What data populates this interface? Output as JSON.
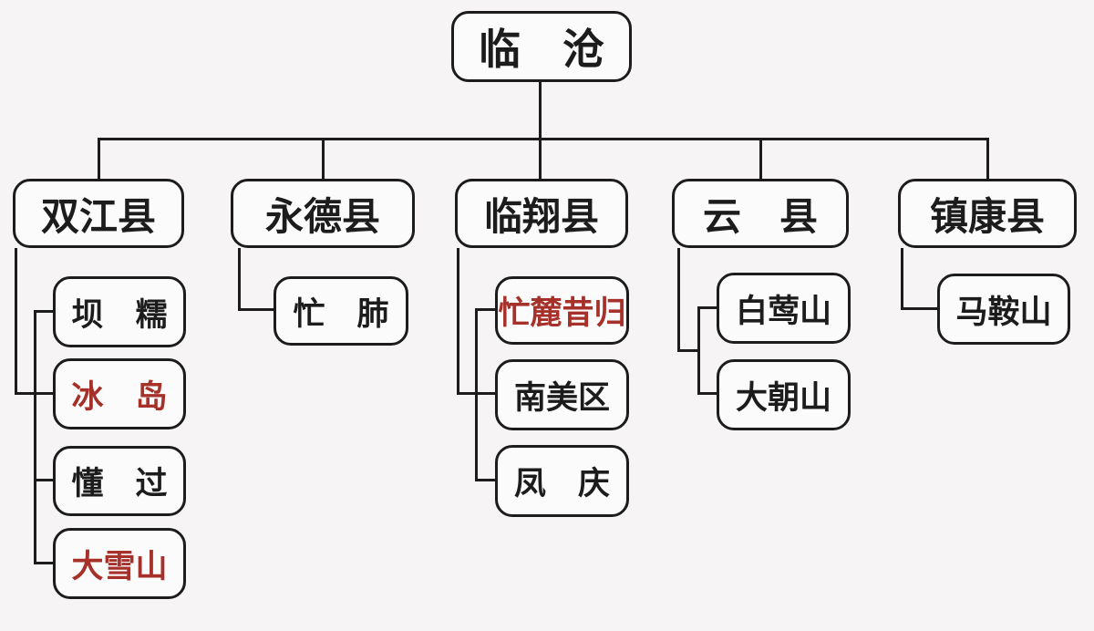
{
  "colors": {
    "background": "#f6f4f5",
    "box_bg": "#fcfbfb",
    "line": "#1c1c1c",
    "text": "#1c1c1c",
    "highlight": "#a6312b"
  },
  "tree": {
    "root": {
      "label": "临　沧"
    },
    "counties": [
      {
        "label": "双江县",
        "children": [
          {
            "label": "坝　糯",
            "variant": "default"
          },
          {
            "label": "冰　岛",
            "variant": "highlight"
          },
          {
            "label": "懂　过",
            "variant": "default"
          },
          {
            "label": "大雪山",
            "variant": "highlight"
          }
        ]
      },
      {
        "label": "永德县",
        "children": [
          {
            "label": "忙　肺",
            "variant": "default"
          }
        ]
      },
      {
        "label": "临翔县",
        "children": [
          {
            "label": "忙麓昔归",
            "variant": "highlight"
          },
          {
            "label": "南美区",
            "variant": "default"
          },
          {
            "label": "凤　庆",
            "variant": "default"
          }
        ]
      },
      {
        "label": "云　县",
        "children": [
          {
            "label": "白莺山",
            "variant": "default"
          },
          {
            "label": "大朝山",
            "variant": "default"
          }
        ]
      },
      {
        "label": "镇康县",
        "children": [
          {
            "label": "马鞍山",
            "variant": "default"
          }
        ]
      }
    ]
  }
}
